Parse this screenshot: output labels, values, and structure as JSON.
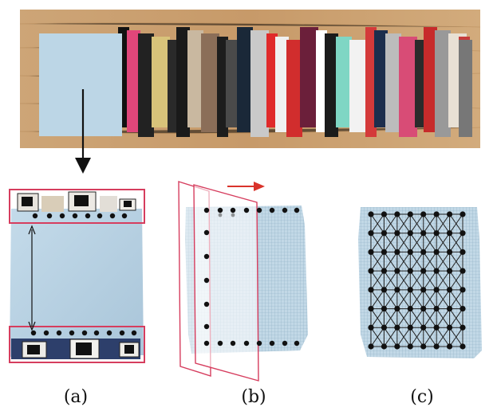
{
  "figure": {
    "photo": {
      "description_colors": {
        "wood": "#c9a071",
        "wood_dark": "#a97b4a",
        "fabric_light_blue": "#bcd6e6"
      }
    },
    "panels": [
      {
        "id": "a",
        "label": "(a)"
      },
      {
        "id": "b",
        "label": "(b)"
      },
      {
        "id": "c",
        "label": "(c)"
      }
    ],
    "colors": {
      "highlight_box": "#d63d5e",
      "arrow_red": "#d9332b",
      "dots": "#111111",
      "cloth": "#b9d2e3",
      "mesh": "#7f9fb5",
      "grid_line": "#222222"
    },
    "grid": {
      "rows": 8,
      "cols": 8
    }
  }
}
